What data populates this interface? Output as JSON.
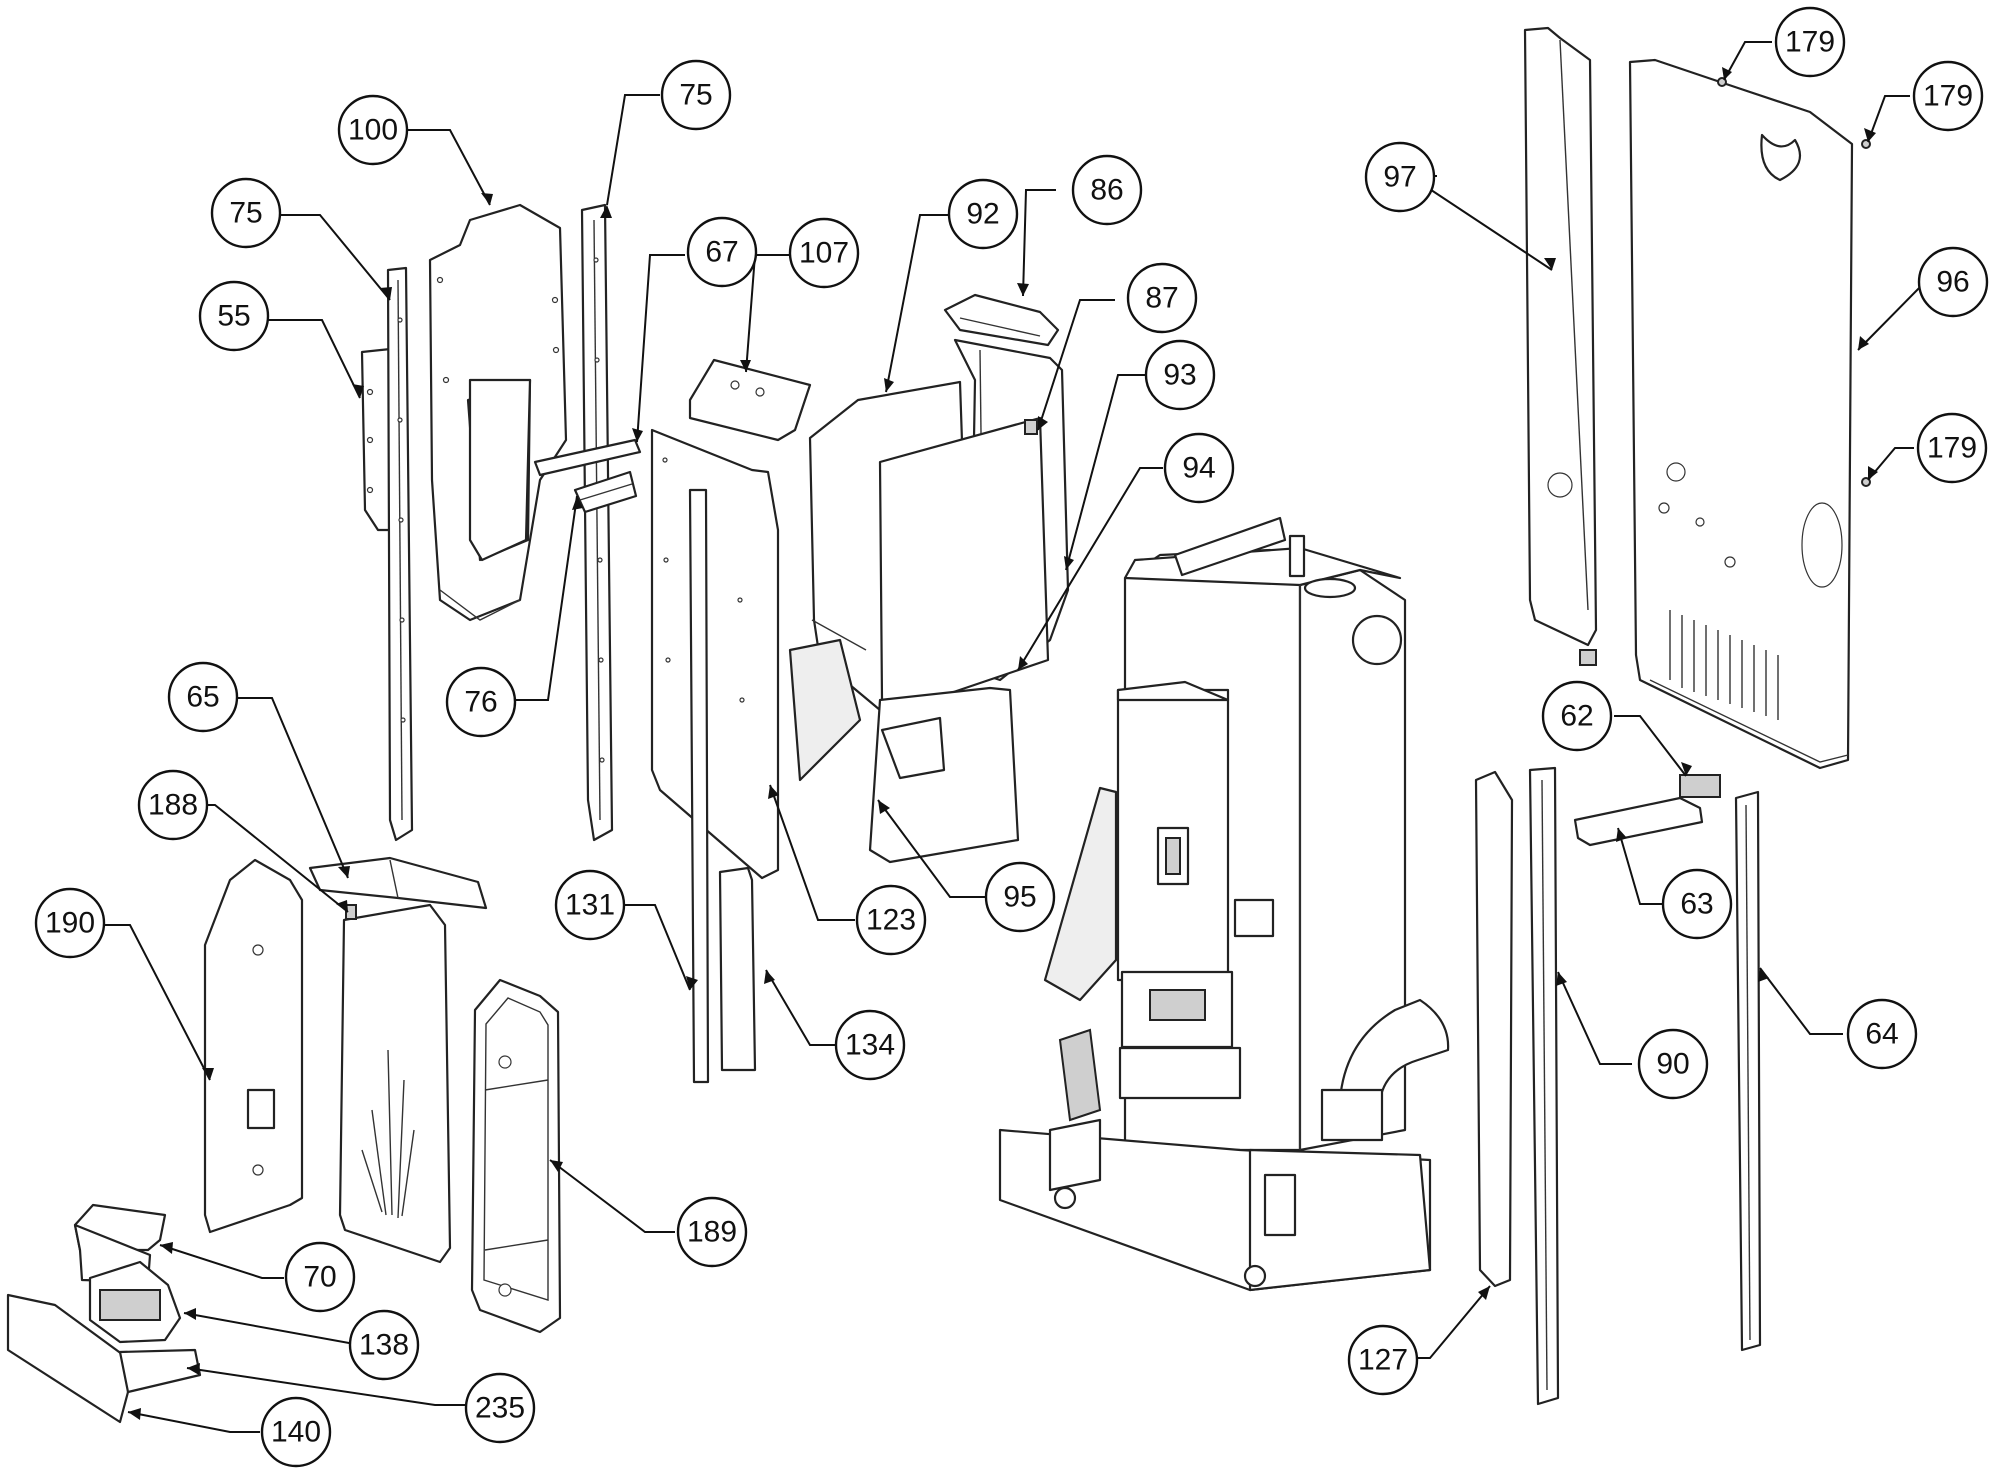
{
  "callouts": [
    {
      "id": "c55",
      "label": "55"
    },
    {
      "id": "c75a",
      "label": "75"
    },
    {
      "id": "c100",
      "label": "100"
    },
    {
      "id": "c75b",
      "label": "75"
    },
    {
      "id": "c67",
      "label": "67"
    },
    {
      "id": "c76",
      "label": "76"
    },
    {
      "id": "c107",
      "label": "107"
    },
    {
      "id": "c92",
      "label": "92"
    },
    {
      "id": "c86",
      "label": "86"
    },
    {
      "id": "c87",
      "label": "87"
    },
    {
      "id": "c93",
      "label": "93"
    },
    {
      "id": "c94",
      "label": "94"
    },
    {
      "id": "c65",
      "label": "65"
    },
    {
      "id": "c188",
      "label": "188"
    },
    {
      "id": "c190",
      "label": "190"
    },
    {
      "id": "c131",
      "label": "131"
    },
    {
      "id": "c123",
      "label": "123"
    },
    {
      "id": "c95",
      "label": "95"
    },
    {
      "id": "c134",
      "label": "134"
    },
    {
      "id": "c189",
      "label": "189"
    },
    {
      "id": "c70",
      "label": "70"
    },
    {
      "id": "c138",
      "label": "138"
    },
    {
      "id": "c235",
      "label": "235"
    },
    {
      "id": "c140",
      "label": "140"
    },
    {
      "id": "c97",
      "label": "97"
    },
    {
      "id": "c179a",
      "label": "179"
    },
    {
      "id": "c179b",
      "label": "179"
    },
    {
      "id": "c96",
      "label": "96"
    },
    {
      "id": "c179c",
      "label": "179"
    },
    {
      "id": "c62",
      "label": "62"
    },
    {
      "id": "c63",
      "label": "63"
    },
    {
      "id": "c90",
      "label": "90"
    },
    {
      "id": "c64",
      "label": "64"
    },
    {
      "id": "c127",
      "label": "127"
    }
  ]
}
